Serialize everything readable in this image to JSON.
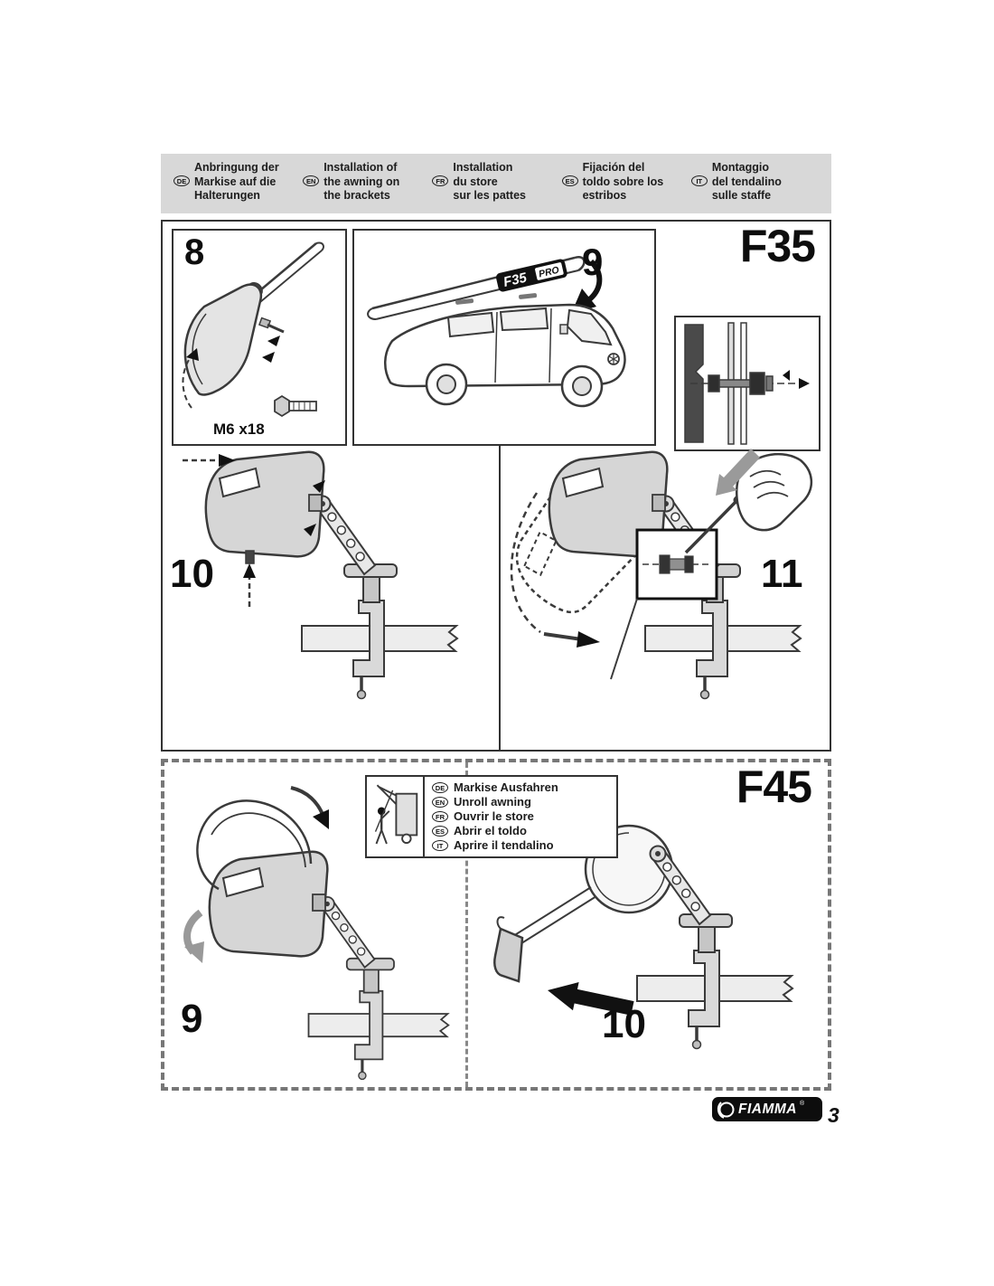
{
  "header": {
    "columns": [
      {
        "code": "DE",
        "lines": [
          "Anbringung der",
          "Markise auf die",
          "Halterungen"
        ]
      },
      {
        "code": "EN",
        "lines": [
          "Installation of",
          "the awning on",
          "the brackets"
        ]
      },
      {
        "code": "FR",
        "lines": [
          "Installation",
          "du store",
          "sur les pattes"
        ]
      },
      {
        "code": "ES",
        "lines": [
          "Fijación del",
          "toldo sobre los",
          "estribos"
        ]
      },
      {
        "code": "IT",
        "lines": [
          "Montaggio",
          "del tendalino",
          "sulle staffe"
        ]
      }
    ]
  },
  "f35_section": {
    "title": "F35",
    "steps": {
      "step8": {
        "number": "8",
        "bolt_label": "M6 x18"
      },
      "step9": {
        "number": "9",
        "awning_brand": "F35",
        "awning_series": "PRO"
      },
      "step10": {
        "number": "10"
      },
      "step11": {
        "number": "11"
      }
    }
  },
  "f45_section": {
    "title": "F45",
    "legend": {
      "rows": [
        {
          "code": "DE",
          "text": "Markise Ausfahren"
        },
        {
          "code": "EN",
          "text": "Unroll awning"
        },
        {
          "code": "FR",
          "text": "Ouvrir le store"
        },
        {
          "code": "ES",
          "text": "Abrir el toldo"
        },
        {
          "code": "IT",
          "text": "Aprire il tendalino"
        }
      ]
    },
    "steps": {
      "step9": {
        "number": "9"
      },
      "step10": {
        "number": "10"
      }
    }
  },
  "footer": {
    "brand": "FIAMMA",
    "registered": "®",
    "page_number": "3"
  },
  "colors": {
    "header_bg": "#d8d8d8",
    "line": "#3a3a3a",
    "gray_fill": "#d6d6d6",
    "logo_bg": "#0d0d0d"
  }
}
